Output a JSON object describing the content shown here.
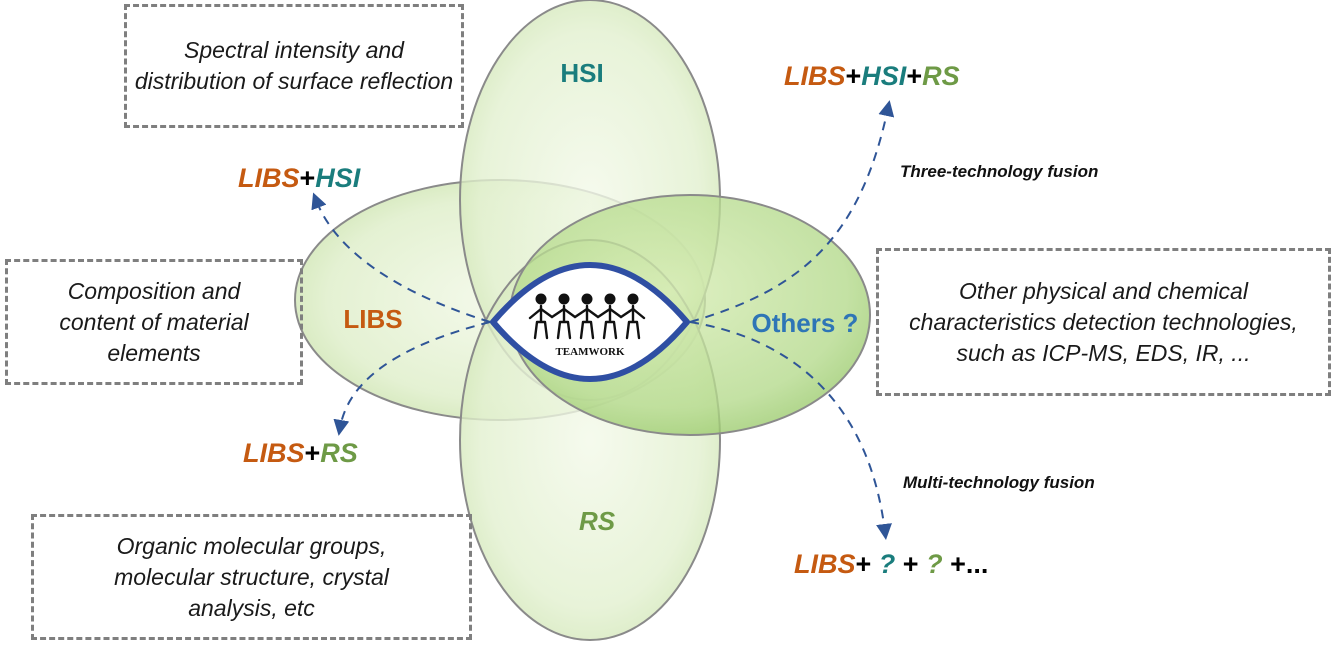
{
  "colors": {
    "libs": "#c55a11",
    "hsi": "#1a7d7d",
    "rs": "#6e9a46",
    "others": "#2e75b6",
    "arrow": "#2f5597",
    "eye_outline": "#2f4fa3"
  },
  "petals": {
    "hsi": "HSI",
    "libs": "LIBS",
    "rs": "RS",
    "others": "Others ?"
  },
  "center": {
    "icon": "people-chain-icon",
    "label": "TEAMWORK"
  },
  "boxes": {
    "hsi_description": "Spectral intensity and distribution of surface reflection",
    "libs_description": "Composition and content of material elements",
    "rs_description": "Organic molecular groups, molecular structure, crystal analysis, etc",
    "others_description": "Other physical and chemical characteristics detection technologies, such as ICP-MS, EDS, IR, ..."
  },
  "fusions": {
    "libs_hsi": {
      "libs": "LIBS",
      "plus": "+",
      "hsi": "HSI"
    },
    "libs_rs": {
      "libs": "LIBS",
      "plus": "+",
      "rs": "RS"
    },
    "three": {
      "libs": "LIBS",
      "plus1": "+",
      "hsi": "HSI",
      "plus2": "+",
      "rs": "RS"
    },
    "multi": {
      "libs": "LIBS",
      "plus1": "+ ",
      "q1": "?",
      "plus2": " + ",
      "q2": "?",
      "plus3": " +..."
    }
  },
  "captions": {
    "three": "Three-technology fusion",
    "multi": "Multi-technology fusion"
  }
}
